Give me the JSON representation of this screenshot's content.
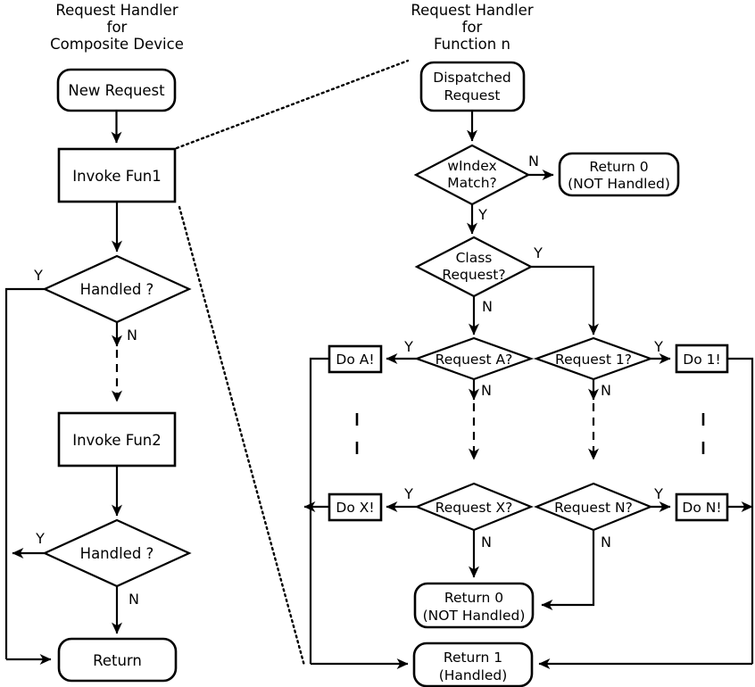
{
  "diagram": {
    "title_left": [
      "Request Handler",
      "for",
      "Composite Device"
    ],
    "title_right": [
      "Request Handler",
      "for",
      "Function n"
    ],
    "left_column": {
      "start": "New Request",
      "invoke1": "Invoke Fun1",
      "decision1": "Handled ?",
      "invoke2": "Invoke Fun2",
      "decision2": "Handled ?",
      "end": "Return",
      "branch_yes": "Y",
      "branch_no": "N"
    },
    "right_column": {
      "start": [
        "Dispatched",
        "Request"
      ],
      "windex": [
        "wIndex",
        "Match?"
      ],
      "return0_top": [
        "Return 0",
        "(NOT Handled)"
      ],
      "class_request": [
        "Class",
        "Request?"
      ],
      "request_a": "Request A?",
      "request_1": "Request 1?",
      "request_x": "Request X?",
      "request_n": "Request N?",
      "do_a": "Do A!",
      "do_1": "Do 1!",
      "do_x": "Do X!",
      "do_n": "Do N!",
      "return0_bottom": [
        "Return 0",
        "(NOT Handled)"
      ],
      "return1": [
        "Return 1",
        "(Handled)"
      ],
      "branch_yes": "Y",
      "branch_no": "N"
    },
    "colors": {
      "stroke": "#000000",
      "fill": "#ffffff",
      "background": "#ffffff"
    }
  }
}
